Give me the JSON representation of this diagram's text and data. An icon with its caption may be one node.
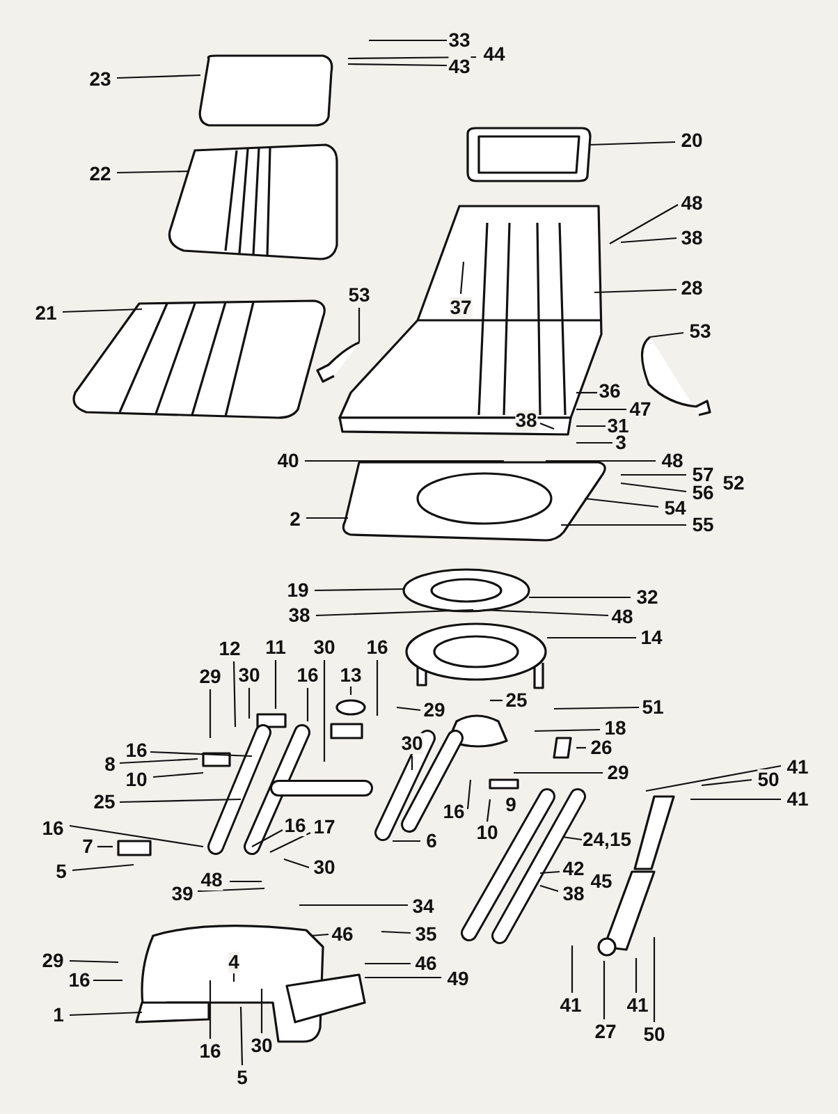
{
  "diagram": {
    "nodes": [
      {
        "text": [
          "33"
        ]
      },
      {
        "text": [
          "44"
        ]
      },
      {
        "text": [
          "43"
        ]
      },
      {
        "text": [
          "23"
        ]
      },
      {
        "text": [
          "22"
        ]
      },
      {
        "text": [
          "20"
        ]
      },
      {
        "text": [
          "48"
        ]
      },
      {
        "text": [
          "38"
        ]
      },
      {
        "text": [
          "37"
        ]
      },
      {
        "text": [
          "28"
        ]
      },
      {
        "text": [
          "53"
        ]
      },
      {
        "text": [
          "53"
        ]
      },
      {
        "text": [
          "21"
        ]
      },
      {
        "text": [
          "36"
        ]
      },
      {
        "text": [
          "47"
        ]
      },
      {
        "text": [
          "31"
        ]
      },
      {
        "text": [
          "3"
        ]
      },
      {
        "text": [
          "38"
        ]
      },
      {
        "text": [
          "40"
        ]
      },
      {
        "text": [
          "48"
        ]
      },
      {
        "text": [
          "57"
        ]
      },
      {
        "text": [
          "56"
        ]
      },
      {
        "text": [
          "54"
        ]
      },
      {
        "text": [
          "2"
        ]
      },
      {
        "text": [
          "55"
        ]
      },
      {
        "text": [
          "19"
        ]
      },
      {
        "text": [
          "32"
        ]
      },
      {
        "text": [
          "38"
        ]
      },
      {
        "text": [
          "48"
        ]
      },
      {
        "text": [
          "14"
        ]
      },
      {
        "text": [
          "12"
        ]
      },
      {
        "text": [
          "11"
        ]
      },
      {
        "text": [
          "30"
        ]
      },
      {
        "text": [
          "16"
        ]
      },
      {
        "text": [
          "29"
        ]
      },
      {
        "text": [
          "30"
        ]
      },
      {
        "text": [
          "16"
        ]
      },
      {
        "text": [
          "13"
        ]
      },
      {
        "text": [
          "29"
        ]
      },
      {
        "text": [
          "25"
        ]
      },
      {
        "text": [
          "51"
        ]
      },
      {
        "text": [
          "18"
        ]
      },
      {
        "text": [
          "26"
        ]
      },
      {
        "text": [
          "16"
        ]
      },
      {
        "text": [
          "8"
        ]
      },
      {
        "text": [
          "30"
        ]
      },
      {
        "text": [
          "10"
        ]
      },
      {
        "text": [
          "29"
        ]
      },
      {
        "text": [
          "41"
        ]
      },
      {
        "text": [
          "50"
        ]
      },
      {
        "text": [
          "41"
        ]
      },
      {
        "text": [
          "16"
        ]
      },
      {
        "text": [
          "10"
        ]
      },
      {
        "text": [
          "25"
        ]
      },
      {
        "text": [
          "6"
        ]
      },
      {
        "text": [
          "24,15"
        ]
      },
      {
        "text": [
          "16"
        ]
      },
      {
        "text": [
          "16"
        ]
      },
      {
        "text": [
          "17"
        ]
      },
      {
        "text": [
          "7"
        ]
      },
      {
        "text": [
          "5"
        ]
      },
      {
        "text": [
          "30"
        ]
      },
      {
        "text": [
          "48"
        ]
      },
      {
        "text": [
          "39"
        ]
      },
      {
        "text": [
          "42"
        ]
      },
      {
        "text": [
          "38"
        ]
      },
      {
        "text": [
          "34"
        ]
      },
      {
        "text": [
          "46"
        ]
      },
      {
        "text": [
          "35"
        ]
      },
      {
        "text": [
          "29"
        ]
      },
      {
        "text": [
          "16"
        ]
      },
      {
        "text": [
          "4"
        ]
      },
      {
        "text": [
          "46"
        ]
      },
      {
        "text": [
          "49"
        ]
      },
      {
        "text": [
          "1"
        ]
      },
      {
        "text": [
          "16"
        ]
      },
      {
        "text": [
          "30"
        ]
      },
      {
        "text": [
          "5"
        ]
      },
      {
        "text": [
          "41"
        ]
      },
      {
        "text": [
          "27"
        ]
      },
      {
        "text": [
          "41"
        ]
      },
      {
        "text": [
          "50"
        ]
      },
      {
        "text": [
          "52"
        ]
      },
      {
        "text": [
          "45"
        ]
      }
    ],
    "edges": [
      {
        "from": 0,
        "to": null,
        "arrow": "none"
      },
      {
        "from": 1,
        "to": null,
        "arrow": "none"
      },
      {
        "from": 2,
        "to": null,
        "arrow": "none"
      },
      {
        "from": 3,
        "to": null,
        "arrow": "none"
      },
      {
        "from": 4,
        "to": null,
        "arrow": "none"
      },
      {
        "from": 5,
        "to": null,
        "arrow": "none"
      },
      {
        "from": 6,
        "to": null,
        "arrow": "none"
      },
      {
        "from": 7,
        "to": null,
        "arrow": "none"
      },
      {
        "from": 8,
        "to": null,
        "arrow": "none"
      },
      {
        "from": 9,
        "to": null,
        "arrow": "none"
      },
      {
        "from": 10,
        "to": null,
        "arrow": "none"
      },
      {
        "from": 11,
        "to": null,
        "arrow": "none"
      },
      {
        "from": 12,
        "to": null,
        "arrow": "none"
      },
      {
        "from": 13,
        "to": null,
        "arrow": "none"
      },
      {
        "from": 14,
        "to": null,
        "arrow": "none"
      },
      {
        "from": 15,
        "to": null,
        "arrow": "none"
      },
      {
        "from": 16,
        "to": null,
        "arrow": "none"
      },
      {
        "from": 17,
        "to": null,
        "arrow": "none"
      },
      {
        "from": 18,
        "to": null,
        "arrow": "none"
      },
      {
        "from": 19,
        "to": null,
        "arrow": "none"
      },
      {
        "from": 20,
        "to": null,
        "arrow": "none"
      },
      {
        "from": 21,
        "to": null,
        "arrow": "none"
      },
      {
        "from": 22,
        "to": null,
        "arrow": "none"
      },
      {
        "from": 23,
        "to": null,
        "arrow": "none"
      },
      {
        "from": 24,
        "to": null,
        "arrow": "none"
      },
      {
        "from": 25,
        "to": null,
        "arrow": "none"
      },
      {
        "from": 26,
        "to": null,
        "arrow": "none"
      },
      {
        "from": 27,
        "to": null,
        "arrow": "none"
      },
      {
        "from": 28,
        "to": null,
        "arrow": "none"
      },
      {
        "from": 29,
        "to": null,
        "arrow": "none"
      },
      {
        "from": 30,
        "to": null,
        "arrow": "none"
      },
      {
        "from": 31,
        "to": null,
        "arrow": "none"
      },
      {
        "from": 32,
        "to": null,
        "arrow": "none"
      },
      {
        "from": 33,
        "to": null,
        "arrow": "none"
      },
      {
        "from": 34,
        "to": null,
        "arrow": "none"
      },
      {
        "from": 35,
        "to": null,
        "arrow": "none"
      },
      {
        "from": 36,
        "to": null,
        "arrow": "none"
      },
      {
        "from": 37,
        "to": null,
        "arrow": "none"
      },
      {
        "from": 38,
        "to": null,
        "arrow": "none"
      },
      {
        "from": 39,
        "to": null,
        "arrow": "none"
      },
      {
        "from": 40,
        "to": null,
        "arrow": "none"
      },
      {
        "from": 41,
        "to": null,
        "arrow": "none"
      },
      {
        "from": 42,
        "to": null,
        "arrow": "none"
      },
      {
        "from": 43,
        "to": null,
        "arrow": "none"
      },
      {
        "from": 44,
        "to": null,
        "arrow": "none"
      },
      {
        "from": 45,
        "to": null,
        "arrow": "none"
      },
      {
        "from": 46,
        "to": null,
        "arrow": "none"
      },
      {
        "from": 47,
        "to": null,
        "arrow": "none"
      },
      {
        "from": 48,
        "to": null,
        "arrow": "none"
      },
      {
        "from": 49,
        "to": null,
        "arrow": "none"
      },
      {
        "from": 50,
        "to": null,
        "arrow": "none"
      },
      {
        "from": 51,
        "to": null,
        "arrow": "none"
      },
      {
        "from": 52,
        "to": null,
        "arrow": "none"
      },
      {
        "from": 53,
        "to": null,
        "arrow": "none"
      },
      {
        "from": 54,
        "to": null,
        "arrow": "none"
      },
      {
        "from": 55,
        "to": null,
        "arrow": "none"
      },
      {
        "from": 56,
        "to": null,
        "arrow": "none"
      },
      {
        "from": 57,
        "to": null,
        "arrow": "none"
      },
      {
        "from": 58,
        "to": null,
        "arrow": "none"
      },
      {
        "from": 59,
        "to": null,
        "arrow": "none"
      },
      {
        "from": 60,
        "to": null,
        "arrow": "none"
      },
      {
        "from": 61,
        "to": null,
        "arrow": "none"
      },
      {
        "from": 62,
        "to": null,
        "arrow": "none"
      },
      {
        "from": 63,
        "to": null,
        "arrow": "none"
      },
      {
        "from": 64,
        "to": null,
        "arrow": "none"
      },
      {
        "from": 65,
        "to": null,
        "arrow": "none"
      },
      {
        "from": 66,
        "to": null,
        "arrow": "none"
      },
      {
        "from": 67,
        "to": null,
        "arrow": "none"
      },
      {
        "from": 68,
        "to": null,
        "arrow": "none"
      },
      {
        "from": 69,
        "to": null,
        "arrow": "none"
      },
      {
        "from": 70,
        "to": null,
        "arrow": "none"
      },
      {
        "from": 71,
        "to": null,
        "arrow": "none"
      },
      {
        "from": 72,
        "to": null,
        "arrow": "none"
      },
      {
        "from": 73,
        "to": null,
        "arrow": "none"
      },
      {
        "from": 74,
        "to": null,
        "arrow": "none"
      },
      {
        "from": 75,
        "to": null,
        "arrow": "none"
      },
      {
        "from": 76,
        "to": null,
        "arrow": "none"
      },
      {
        "from": 77,
        "to": null,
        "arrow": "none"
      },
      {
        "from": 78,
        "to": null,
        "arrow": "none"
      },
      {
        "from": 79,
        "to": null,
        "arrow": "none"
      },
      {
        "from": 80,
        "to": null,
        "arrow": "none"
      },
      {
        "from": 81,
        "to": null,
        "arrow": "none"
      }
    ],
    "labels": [
      "9"
    ]
  }
}
